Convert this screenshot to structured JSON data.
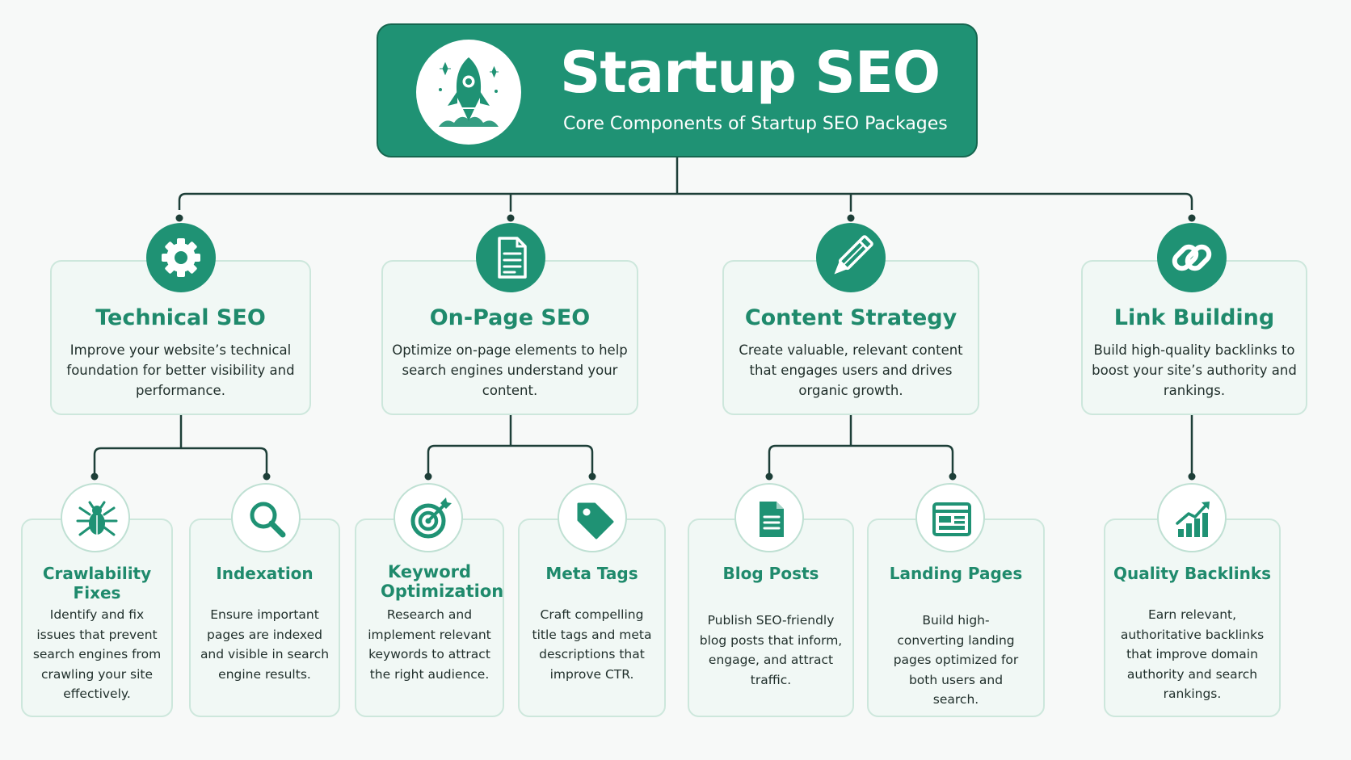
{
  "header": {
    "title": "Startup SEO",
    "subtitle": "Core Components of Startup SEO Packages",
    "icon": "rocket-icon"
  },
  "categories": [
    {
      "title": "Technical SEO",
      "icon": "gear-icon",
      "description": "Improve your website’s technical foundation for better visibility and performance.",
      "subitems": [
        {
          "title": "Crawlability Fixes",
          "icon": "bug-icon",
          "description": "Identify and fix issues that prevent search engines from crawling your site effectively."
        },
        {
          "title": "Indexation",
          "icon": "search-icon",
          "description": "Ensure important pages are indexed and visible in search engine results."
        }
      ]
    },
    {
      "title": "On-Page SEO",
      "icon": "document-icon",
      "description": "Optimize on-page elements to help search engines understand your content.",
      "subitems": [
        {
          "title": "Keyword Optimization",
          "icon": "target-icon",
          "description": "Research and implement relevant keywords to attract the right audience."
        },
        {
          "title": "Meta Tags",
          "icon": "tag-icon",
          "description": "Craft compelling title tags and meta descriptions that improve CTR."
        }
      ]
    },
    {
      "title": "Content Strategy",
      "icon": "pencil-icon",
      "description": "Create valuable, relevant content that engages users and drives organic growth.",
      "subitems": [
        {
          "title": "Blog Posts",
          "icon": "blog-document-icon",
          "description": "Publish SEO-friendly blog posts that inform, engage, and attract traffic."
        },
        {
          "title": "Landing Pages",
          "icon": "browser-window-icon",
          "description": "Build high-converting landing pages optimized for both users and search."
        }
      ]
    },
    {
      "title": "Link Building",
      "icon": "link-icon",
      "description": "Build high-quality backlinks to boost your site’s authority and rankings.",
      "subitems": [
        {
          "title": "Quality Backlinks",
          "icon": "growth-chart-icon",
          "description": "Earn relevant, authoritative backlinks that improve domain authority and search rankings."
        }
      ]
    }
  ],
  "colors": {
    "primary": "#1f9274",
    "primary_dark": "#15664f",
    "title_text": "#1f8a6c",
    "card_bg": "#f1f8f5",
    "card_border": "#cde7dc",
    "connector": "#1d3f38",
    "body_text": "#1f2e2a"
  }
}
